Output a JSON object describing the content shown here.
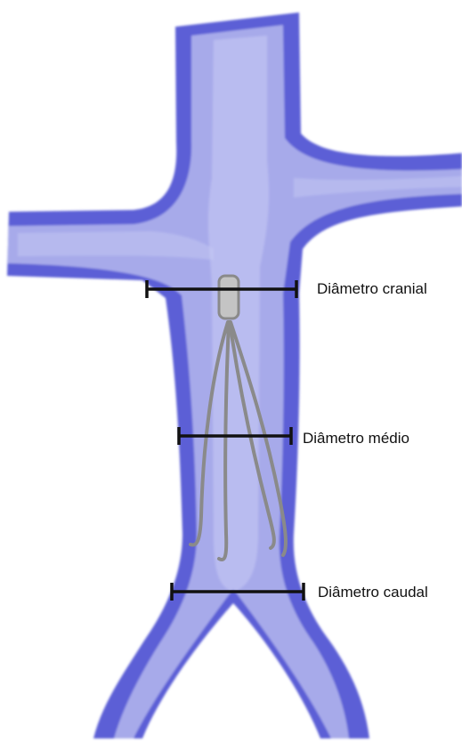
{
  "labels": {
    "cranial": "Diâmetro cranial",
    "medio": "Diâmetro médio",
    "caudal": "Diâmetro caudal"
  },
  "colors": {
    "vessel_wall": "#5b5fd6",
    "vessel_lumen": "#a7aaea",
    "vessel_highlight": "#c9cbf4",
    "filter": "#8a8a8a",
    "filter_head": "#c4c4c4",
    "measure_line": "#111111"
  },
  "icons": {
    "filter": "vena-cava-filter-icon"
  }
}
